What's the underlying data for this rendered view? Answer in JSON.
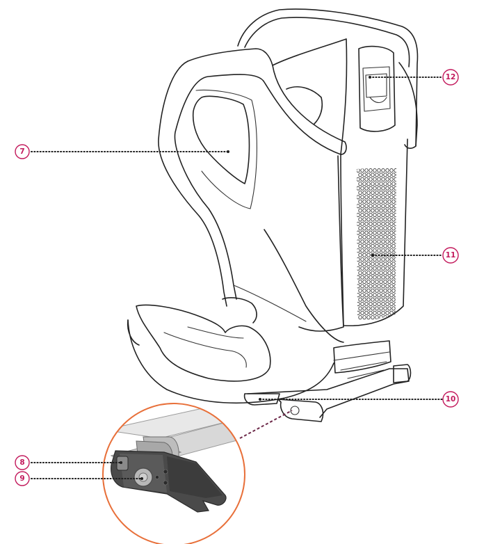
{
  "colors": {
    "accent": "#c2185b",
    "zoom_ring": "#e8703a",
    "zoom_link": "#6d2a4a"
  },
  "callouts": [
    {
      "id": "c7",
      "label": "7"
    },
    {
      "id": "c8",
      "label": "8"
    },
    {
      "id": "c9",
      "label": "9"
    },
    {
      "id": "c10",
      "label": "10"
    },
    {
      "id": "c11",
      "label": "11"
    },
    {
      "id": "c12",
      "label": "12"
    }
  ]
}
